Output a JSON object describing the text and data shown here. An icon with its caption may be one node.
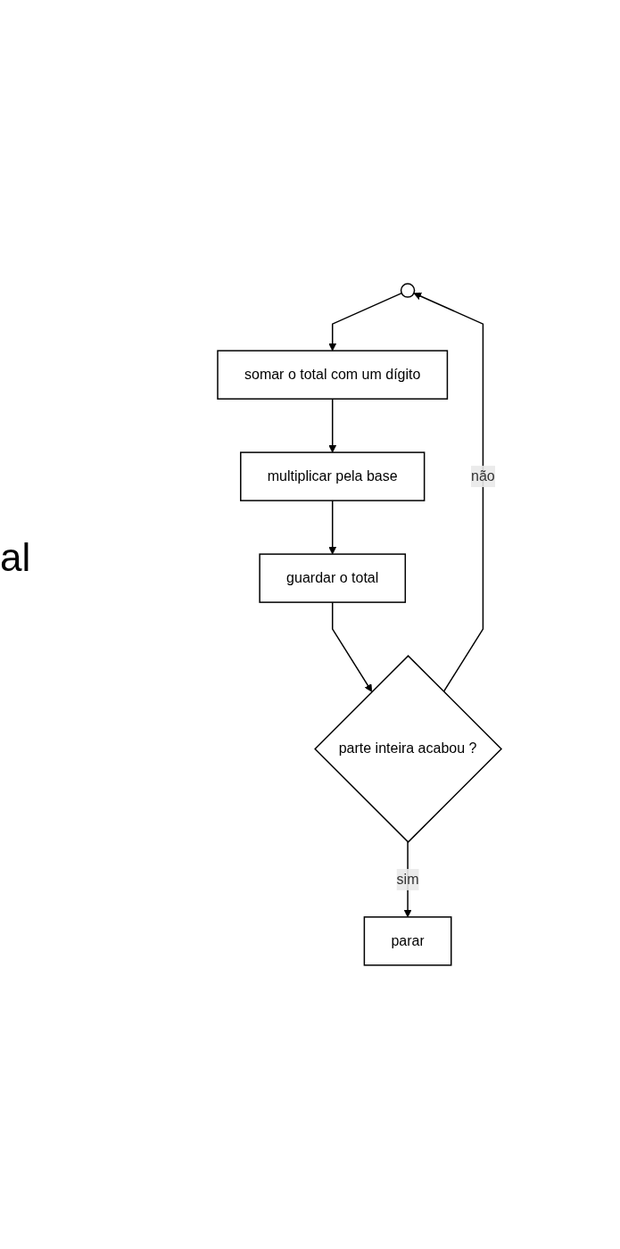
{
  "diagram": {
    "nodes": [
      {
        "text": [],
        "shape": "circle"
      },
      {
        "text": [
          "somar o total com um dígito"
        ]
      },
      {
        "text": [
          "multiplicar pela base"
        ]
      },
      {
        "text": [
          "guardar o total"
        ]
      },
      {
        "text": [
          "parte inteira acabou ?"
        ]
      },
      {
        "text": [
          "parar"
        ]
      }
    ],
    "edges": [
      {
        "from": 0,
        "to": 1,
        "arrow": "to"
      },
      {
        "from": 1,
        "to": 2,
        "arrow": "to"
      },
      {
        "from": 2,
        "to": 3,
        "arrow": "to"
      },
      {
        "from": 3,
        "to": 4,
        "arrow": "to"
      },
      {
        "from": 4,
        "to": 5,
        "arrow": "to",
        "label": "sim"
      },
      {
        "from": 4,
        "to": 0,
        "arrow": "to",
        "label": "não"
      }
    ],
    "labels": [
      "al"
    ]
  }
}
